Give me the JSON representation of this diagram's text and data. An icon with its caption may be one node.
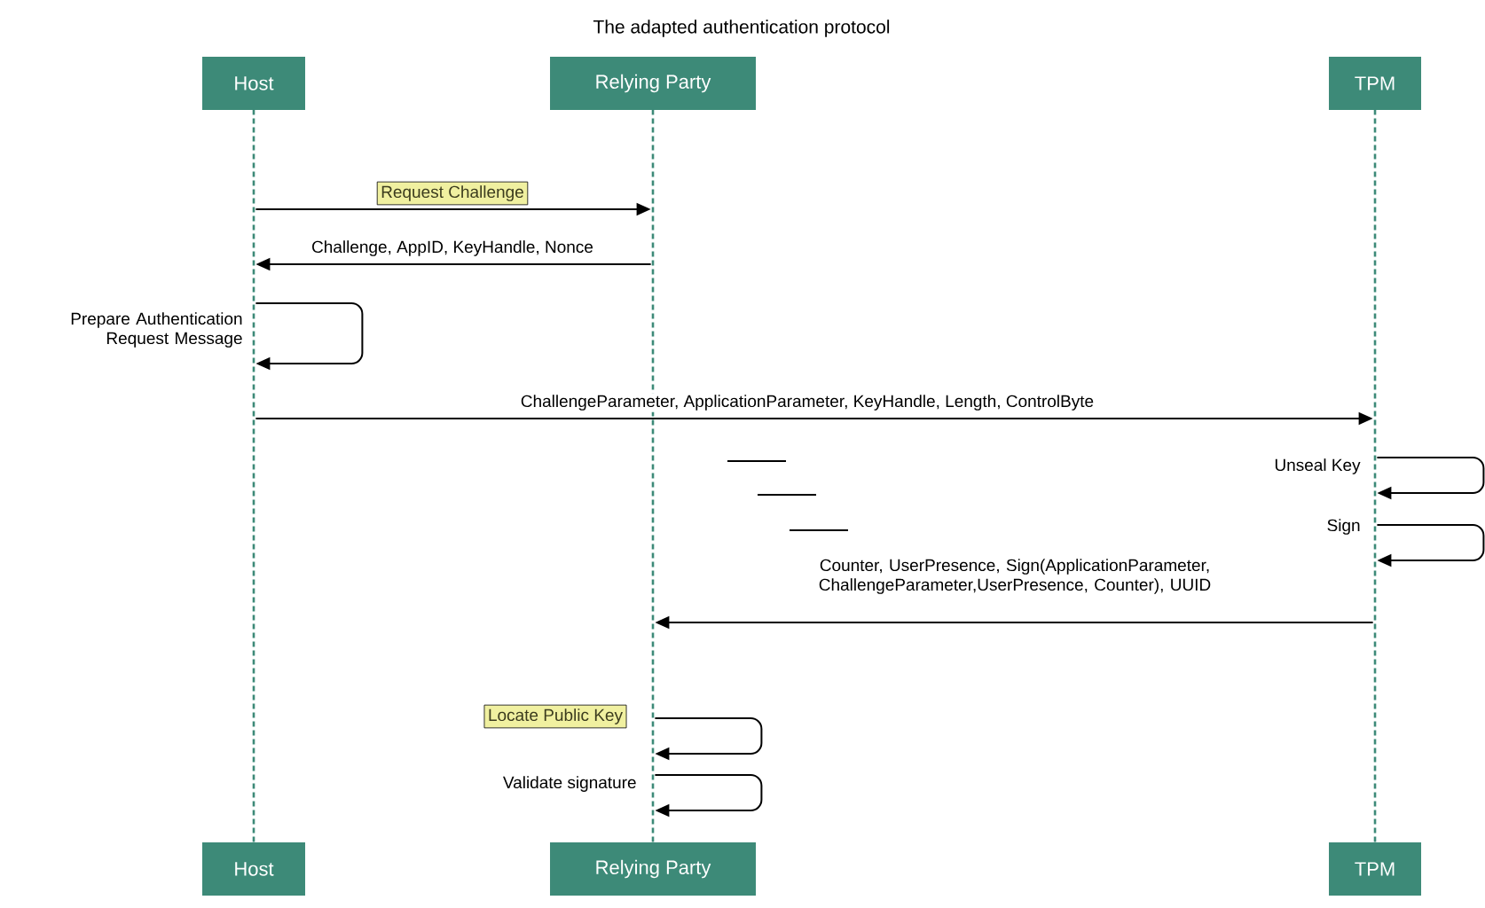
{
  "diagram": {
    "title": "The adapted authentication protocol",
    "nodes": [
      {
        "text": [
          "Host"
        ]
      },
      {
        "text": [
          "Relying Party"
        ]
      },
      {
        "text": [
          "TPM"
        ]
      },
      {
        "text": [
          "Host"
        ]
      },
      {
        "text": [
          "Relying Party"
        ]
      },
      {
        "text": [
          "TPM"
        ]
      },
      {
        "text": [
          "Request Challenge"
        ]
      },
      {
        "text": [
          "Locate Public Key"
        ]
      },
      {
        "text": [],
        "shape": "line"
      },
      {
        "text": [],
        "shape": "line"
      },
      {
        "text": [],
        "shape": "line"
      }
    ],
    "edges": [
      {
        "from": 8,
        "to": 9,
        "arrow": "to"
      },
      {
        "from": 9,
        "to": 8,
        "arrow": "to",
        "label": "Challenge, AppID, KeyHandle, Nonce"
      },
      {
        "from": 8,
        "to": 8,
        "arrow": "to",
        "label": "Prepare Authentication Request Message"
      },
      {
        "from": 8,
        "to": 10,
        "arrow": "to",
        "label": "ChallengeParameter, ApplicationParameter, KeyHandle, Length, ControlByte"
      },
      {
        "from": 10,
        "to": 10,
        "arrow": "to",
        "label": "Unseal Key"
      },
      {
        "from": 10,
        "to": 10,
        "arrow": "to",
        "label": "Sign"
      },
      {
        "from": 10,
        "to": 9,
        "arrow": "to",
        "label": "Counter, UserPresence, Sign(ApplicationParameter, ChallengeParameter,UserPresence, Counter), UUID"
      },
      {
        "from": 9,
        "to": 9,
        "arrow": "to"
      },
      {
        "from": 9,
        "to": 9,
        "arrow": "to",
        "label": "Validate signature"
      }
    ]
  }
}
